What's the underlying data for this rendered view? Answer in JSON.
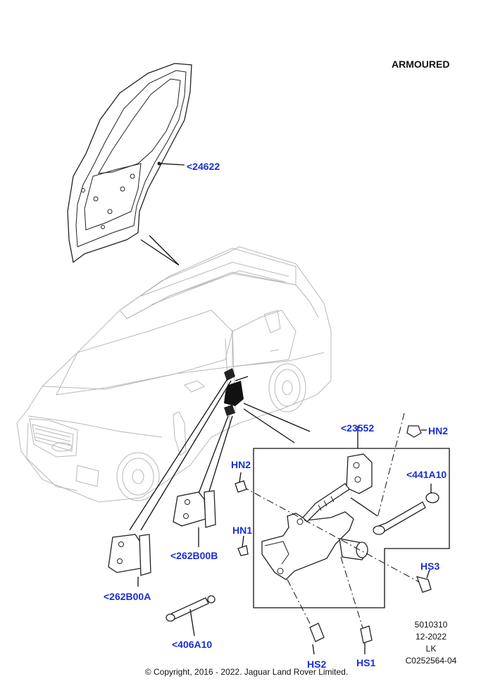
{
  "variant_label": "ARMOURED",
  "callouts": {
    "door": "<24622",
    "actuator": "<23552",
    "hn2_top": "HN2",
    "hn2_left": "HN2",
    "link_441": "<441A10",
    "hn1": "HN1",
    "hs3": "HS3",
    "hinge_b": "<262B00B",
    "hinge_a": "<262B00A",
    "link_406": "<406A10",
    "hs2": "HS2",
    "hs1": "HS1"
  },
  "drawing_info": {
    "number": "5010310",
    "date": "12-2022",
    "initials": "LK",
    "code": "C0252564-04"
  },
  "copyright": "© Copyright, 2016 - 2022. Jaguar Land Rover Limited."
}
